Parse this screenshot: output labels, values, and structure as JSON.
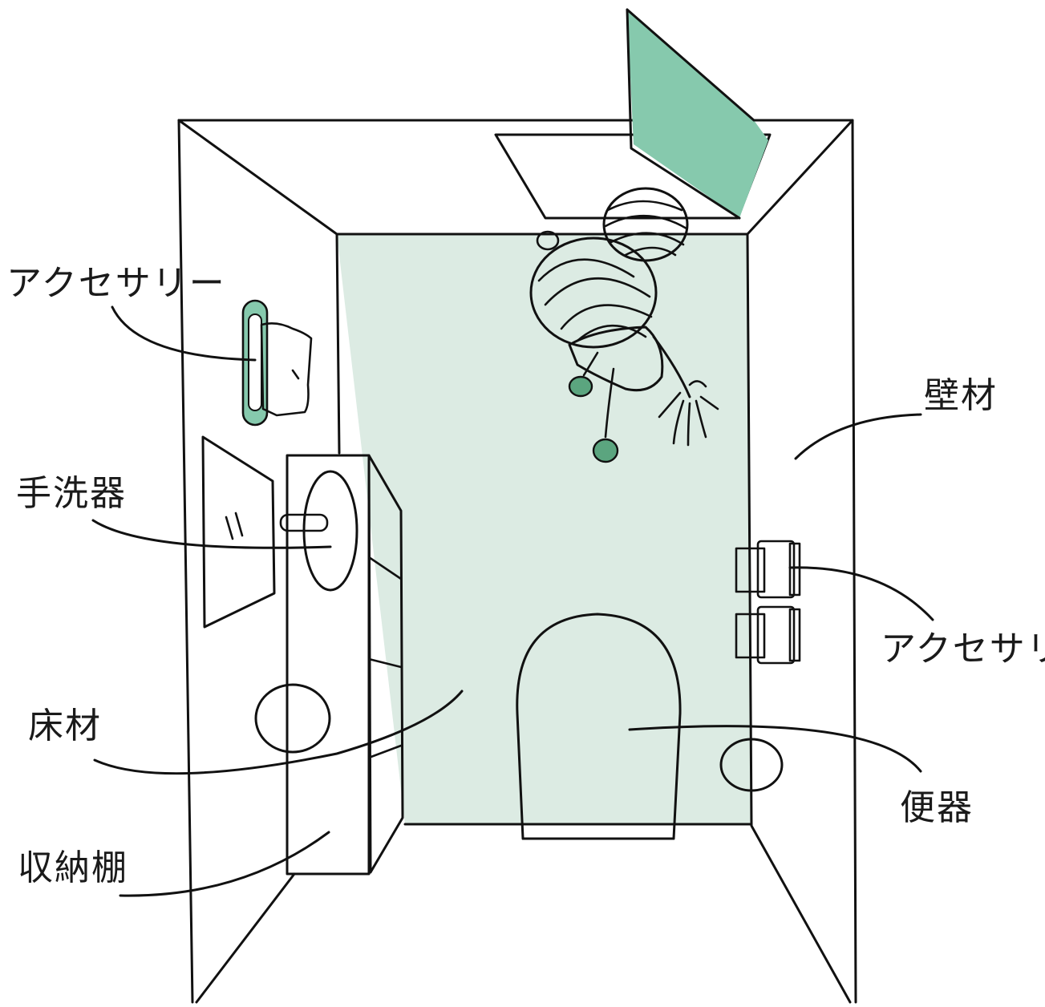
{
  "labels": {
    "accessory_left": "アクセサリー",
    "handwash": "手洗器",
    "flooring": "床材",
    "storage_shelf": "収納棚",
    "wall_material": "壁材",
    "accessory_right": "アクセサリー",
    "toilet": "便器"
  },
  "colors": {
    "floor": "#dcebe3",
    "accent_green": "#86c9ad",
    "dark_green": "#5ba57f",
    "light_blue": "#cfe6ec",
    "skirt_blue": "#7cc6d4",
    "line": "#111111"
  },
  "icons": {
    "door": "door-icon",
    "person": "person-topdown-icon",
    "towel_ring": "towel-ring-icon",
    "sink": "sink-icon",
    "toilet_paper": "toilet-paper-icon",
    "toilet": "toilet-icon",
    "shelf": "shelf-icon"
  }
}
